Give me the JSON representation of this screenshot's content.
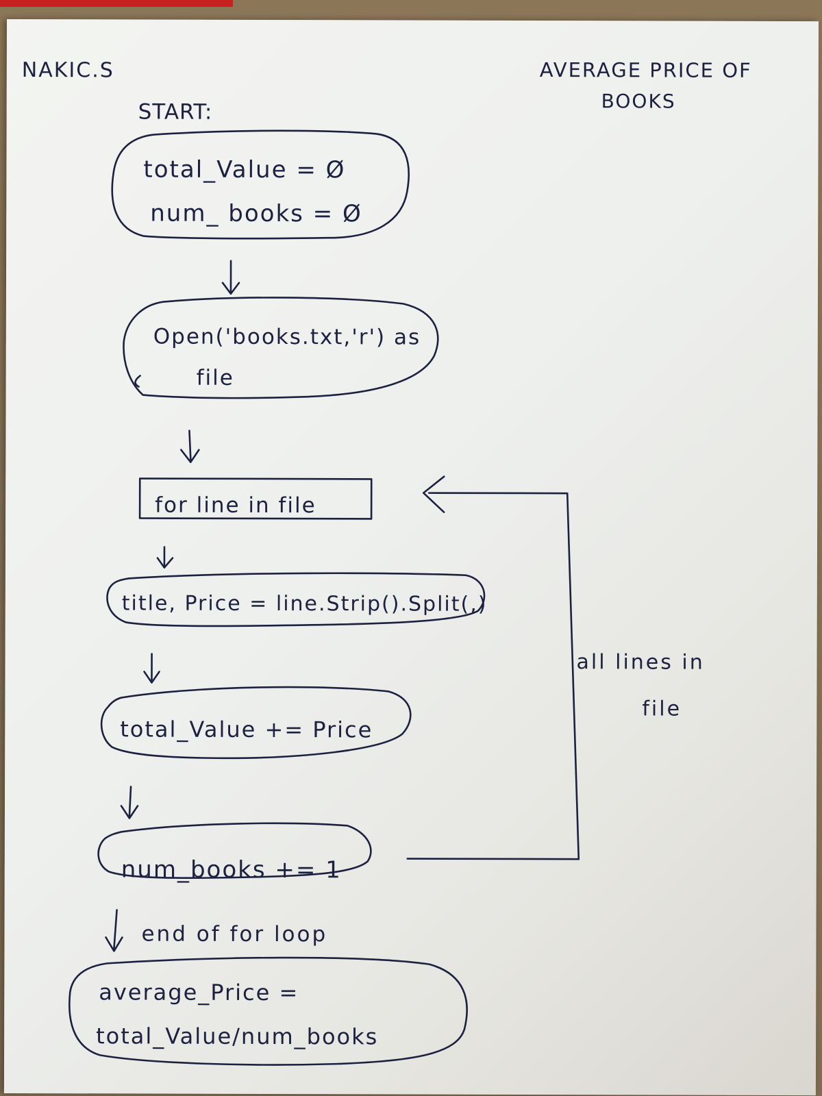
{
  "header": {
    "author": "NAKIC.S",
    "title_line1": "AVERAGE PRICE OF",
    "title_line2": "BOOKS",
    "start_label": "START:"
  },
  "nodes": {
    "init": {
      "line1": "total_Value = Ø",
      "line2": "num_ books = Ø"
    },
    "open_file": {
      "line1": "Open('books.txt,'r') as",
      "line2": "file"
    },
    "for_loop": {
      "text": "for line in file"
    },
    "split_line": {
      "text": "title, Price = line.Strip().Split(,)"
    },
    "add_value": {
      "text": "total_Value += Price"
    },
    "count_books": {
      "text": "num_books += 1"
    },
    "average": {
      "line1": "average_Price =",
      "line2": "total_Value/num_books"
    }
  },
  "labels": {
    "loop_end": "end of for loop",
    "loop_back_line1": "all lines in",
    "loop_back_line2": "file"
  },
  "colors": {
    "ink": "#1c2140",
    "paper": "#f1f2ef",
    "background": "#8b7658",
    "tape": "#c8201e"
  }
}
